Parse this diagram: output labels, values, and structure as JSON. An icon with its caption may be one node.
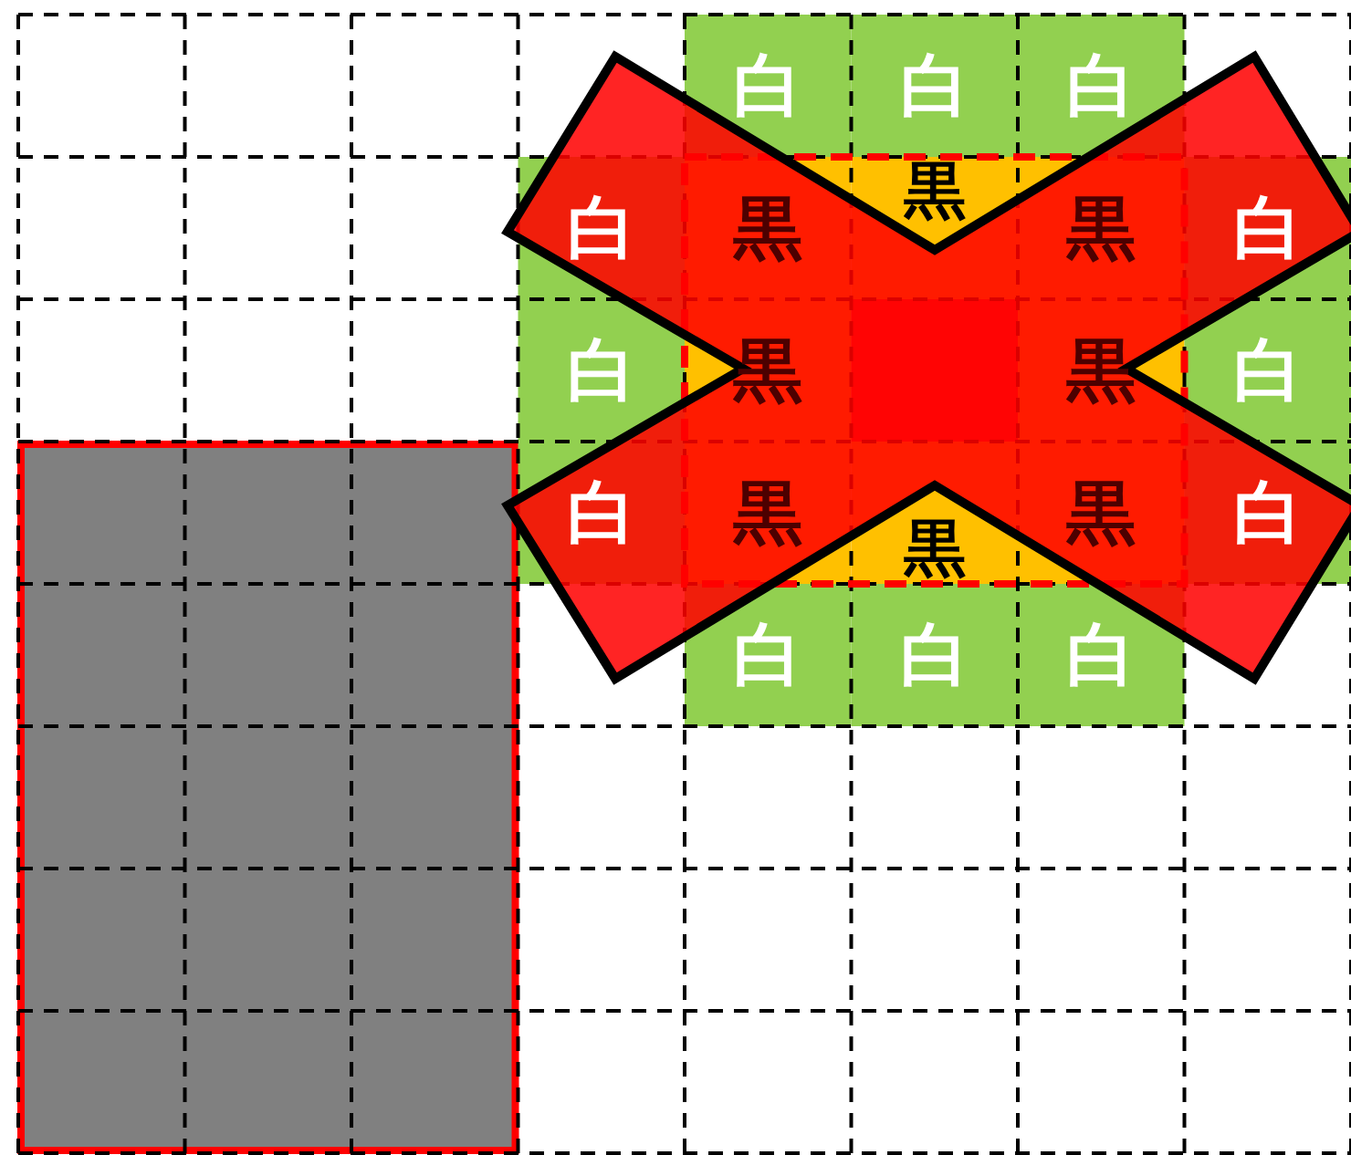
{
  "diagram": {
    "nodes": [
      {
        "text": [
          "白"
        ]
      },
      {
        "text": [
          "白"
        ]
      },
      {
        "text": [
          "白"
        ]
      },
      {
        "text": [
          "白"
        ]
      },
      {
        "text": [
          "黒"
        ]
      },
      {
        "text": [
          "黒"
        ]
      },
      {
        "text": [
          "黒"
        ]
      },
      {
        "text": [
          "白"
        ]
      },
      {
        "text": [
          "白"
        ]
      },
      {
        "text": [
          "黒"
        ]
      },
      {
        "text": [
          "黒"
        ]
      },
      {
        "text": [
          "白"
        ]
      },
      {
        "text": [
          "白"
        ]
      },
      {
        "text": [
          "黒"
        ]
      },
      {
        "text": [
          "黒"
        ]
      },
      {
        "text": [
          "黒"
        ]
      },
      {
        "text": [
          "白"
        ]
      },
      {
        "text": [
          "白"
        ]
      },
      {
        "text": [
          "白"
        ]
      },
      {
        "text": [
          "白"
        ]
      },
      {
        "text": [],
        "shape": "box"
      }
    ]
  }
}
